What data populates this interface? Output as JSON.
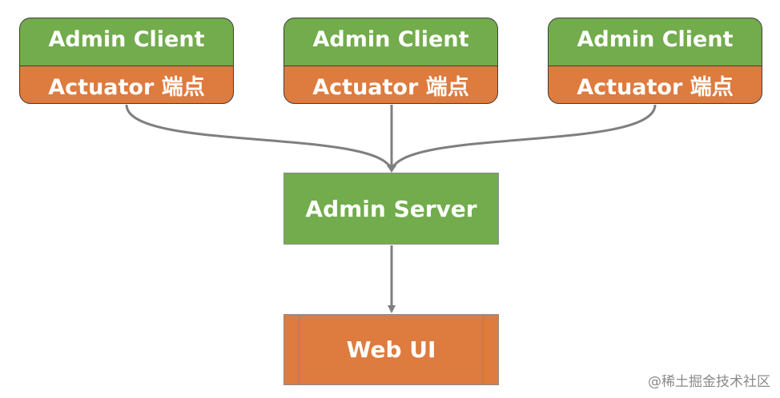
{
  "clients": [
    {
      "title": "Admin Client",
      "endpoint": "Actuator 端点"
    },
    {
      "title": "Admin Client",
      "endpoint": "Actuator 端点"
    },
    {
      "title": "Admin Client",
      "endpoint": "Actuator 端点"
    }
  ],
  "server": {
    "label": "Admin Server"
  },
  "webui": {
    "label": "Web UI"
  },
  "watermark": "@稀土掘金技术社区",
  "colors": {
    "green": "#72ac4c",
    "orange": "#de7b3f",
    "arrow": "#7f7f7f"
  }
}
